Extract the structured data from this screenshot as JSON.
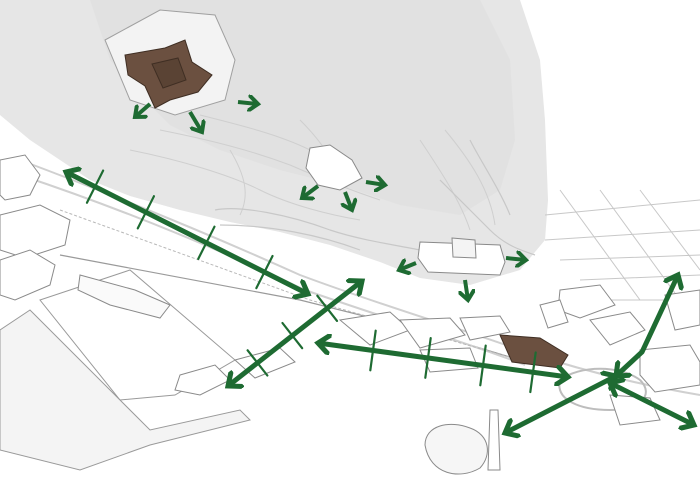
{
  "colors": {
    "background": "#ffffff",
    "terrain": "#e6e6e6",
    "terrain_light": "#f2f2f2",
    "contour": "#cfcfcf",
    "road": "#d6d6d6",
    "building_fill": "#ffffff",
    "building_stroke": "#8a8a8a",
    "highlight_building": "#6b5040",
    "arrow": "#1e6b32"
  },
  "legend": [],
  "connections": [
    {
      "id": "fortress-southwest",
      "kind": "single"
    },
    {
      "id": "fortress-south",
      "kind": "single"
    },
    {
      "id": "fortress-east",
      "kind": "single"
    },
    {
      "id": "pavilion-west",
      "kind": "single"
    },
    {
      "id": "pavilion-south",
      "kind": "single"
    },
    {
      "id": "pavilion-east",
      "kind": "single"
    },
    {
      "id": "complex-west",
      "kind": "single"
    },
    {
      "id": "complex-east",
      "kind": "single"
    },
    {
      "id": "complex-south",
      "kind": "single"
    },
    {
      "id": "waterfront-diagonal",
      "kind": "double"
    },
    {
      "id": "port-link",
      "kind": "double"
    },
    {
      "id": "station-avenue",
      "kind": "double"
    },
    {
      "id": "plaza-southwest",
      "kind": "double"
    },
    {
      "id": "plaza-northeast",
      "kind": "double"
    },
    {
      "id": "plaza-east",
      "kind": "double"
    }
  ]
}
